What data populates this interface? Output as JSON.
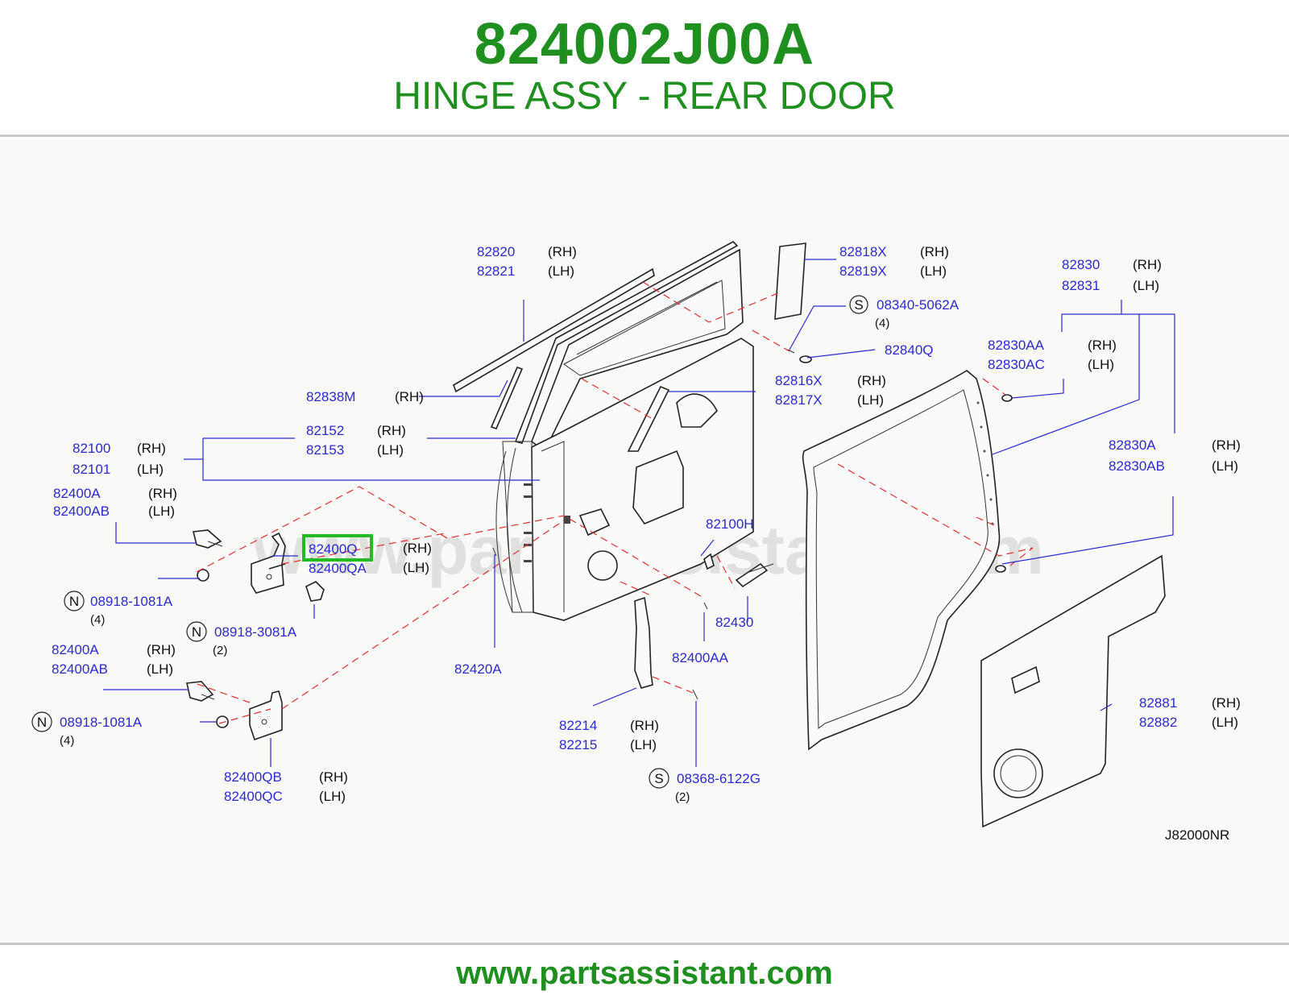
{
  "header": {
    "part_number": "824002J00A",
    "description": "HINGE ASSY - REAR DOOR"
  },
  "diagram": {
    "watermark": "www.partsassistant.com",
    "ref_code": "J82000NR",
    "highlight_color": "#22bb22",
    "callouts": {
      "c82820": "82820",
      "c82821": "82821",
      "c82818x": "82818X",
      "c82819x": "82819X",
      "c08340": "08340-5062A",
      "c08340_qty": "(4)",
      "c82840q": "82840Q",
      "c82830": "82830",
      "c82831": "82831",
      "c82830aa": "82830AA",
      "c82830ac": "82830AC",
      "c82838m": "82838M",
      "c82816x": "82816X",
      "c82817x": "82817X",
      "c82152": "82152",
      "c82153": "82153",
      "c82100": "82100",
      "c82101": "82101",
      "c82830a": "82830A",
      "c82830ab": "82830AB",
      "c82400a_1": "82400A",
      "c82400ab_1": "82400AB",
      "c82100h": "82100H",
      "c82400q": "82400Q",
      "c82400qa": "82400QA",
      "c08918_1": "08918-1081A",
      "c08918_1_qty": "(4)",
      "c08918_3": "08918-3081A",
      "c08918_3_qty": "(2)",
      "c82430": "82430",
      "c82400aa": "82400AA",
      "c82420a": "82420A",
      "c82400a_2": "82400A",
      "c82400ab_2": "82400AB",
      "c82881": "82881",
      "c82882": "82882",
      "c08918_2": "08918-1081A",
      "c08918_2_qty": "(4)",
      "c82214": "82214",
      "c82215": "82215",
      "c82400qb": "82400QB",
      "c82400qc": "82400QC",
      "c08368": "08368-6122G",
      "c08368_qty": "(2)"
    },
    "sides": {
      "rh": "(RH)",
      "lh": "(LH)"
    },
    "symbols": {
      "s": "S",
      "n": "N"
    }
  },
  "footer": {
    "url": "www.partsassistant.com"
  }
}
